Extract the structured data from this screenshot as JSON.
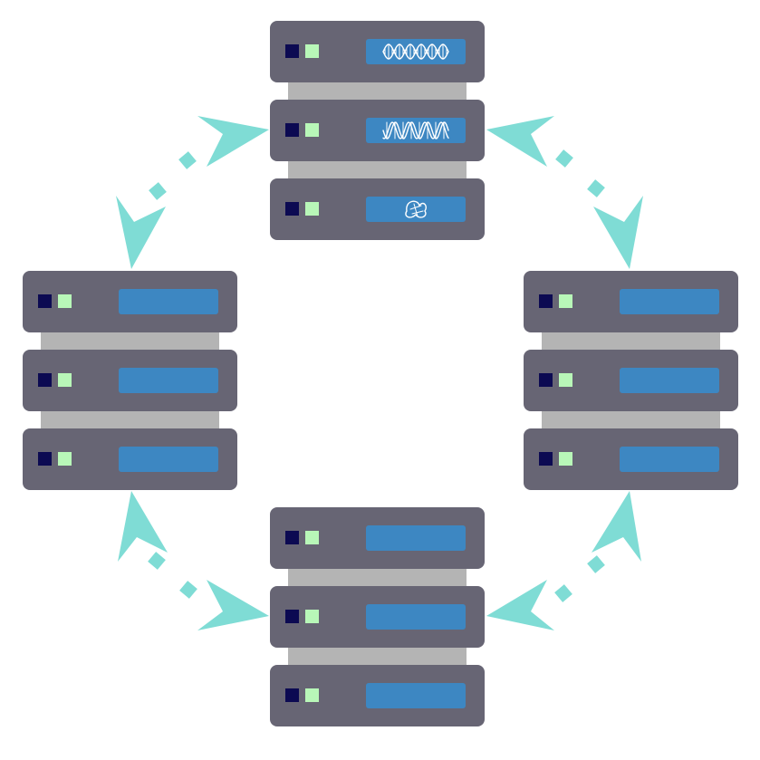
{
  "colors": {
    "background": "#ffffff",
    "server_body": "#676574",
    "server_spacer": "#b4b4b4",
    "indicator_dark": "#0c0a52",
    "indicator_light": "#b8f7b8",
    "display_panel": "#3d87c2",
    "glyph_line": "#ffffff",
    "arrow": "#7fdcd5"
  },
  "racks": [
    {
      "name": "rack-top",
      "units": [
        {
          "display_icon": "dna-double-helix-icon"
        },
        {
          "display_icon": "dna-strand-icon"
        },
        {
          "display_icon": "protein-structure-icon"
        }
      ]
    },
    {
      "name": "rack-left",
      "units": [
        {
          "display_icon": ""
        },
        {
          "display_icon": ""
        },
        {
          "display_icon": ""
        }
      ]
    },
    {
      "name": "rack-right",
      "units": [
        {
          "display_icon": ""
        },
        {
          "display_icon": ""
        },
        {
          "display_icon": ""
        }
      ]
    },
    {
      "name": "rack-bottom",
      "units": [
        {
          "display_icon": ""
        },
        {
          "display_icon": ""
        },
        {
          "display_icon": ""
        }
      ]
    }
  ],
  "connectors": [
    {
      "from": "rack-top",
      "to": "rack-left",
      "style": "dotted-arrow-both-ends"
    },
    {
      "from": "rack-top",
      "to": "rack-right",
      "style": "dotted-arrow-both-ends"
    },
    {
      "from": "rack-left",
      "to": "rack-bottom",
      "style": "dotted-arrow-both-ends"
    },
    {
      "from": "rack-right",
      "to": "rack-bottom",
      "style": "dotted-arrow-both-ends"
    }
  ]
}
